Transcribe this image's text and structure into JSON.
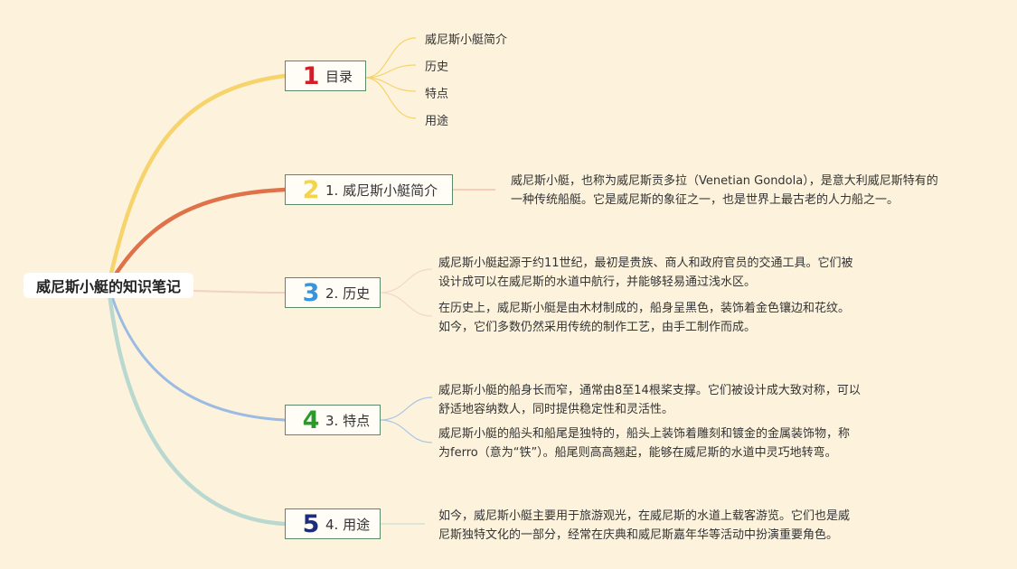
{
  "root": {
    "title": "威尼斯小艇的知识笔记"
  },
  "colors": {
    "background": "#fdf3dd",
    "branch_toc": "#f6d36b",
    "branch_intro": "#e0724a",
    "branch_history": "#f3cfc4",
    "branch_features": "#9bbbe2",
    "branch_uses": "#b9d8cf",
    "num_1": "#cf1f2a",
    "num_2": "#f3d44a",
    "num_3": "#3a94dc",
    "num_4": "#2b9a2b",
    "num_5": "#1e2d7a"
  },
  "toc": {
    "number": "1",
    "label": "目录",
    "items": [
      "威尼斯小艇简介",
      "历史",
      "特点",
      "用途"
    ]
  },
  "intro": {
    "number": "2",
    "label": "1. 威尼斯小艇简介",
    "lines": [
      "威尼斯小艇，也称为威尼斯贡多拉（Venetian Gondola），是意大利威尼斯特有的",
      "一种传统船艇。它是威尼斯的象征之一，也是世界上最古老的人力船之一。"
    ]
  },
  "history": {
    "number": "3",
    "label": "2. 历史",
    "p1": [
      "威尼斯小艇起源于约11世纪，最初是贵族、商人和政府官员的交通工具。它们被",
      "设计成可以在威尼斯的水道中航行，并能够轻易通过浅水区。"
    ],
    "p2": [
      "在历史上，威尼斯小艇是由木材制成的，船身呈黑色，装饰着金色镶边和花纹。",
      "如今，它们多数仍然采用传统的制作工艺，由手工制作而成。"
    ]
  },
  "features": {
    "number": "4",
    "label": "3. 特点",
    "p1": [
      "威尼斯小艇的船身长而窄，通常由8至14根桨支撑。它们被设计成大致对称，可以",
      "舒适地容纳数人，同时提供稳定性和灵活性。"
    ],
    "p2": [
      "威尼斯小艇的船头和船尾是独特的，船头上装饰着雕刻和镀金的金属装饰物，称",
      "为ferro（意为“铁”）。船尾则高高翘起，能够在威尼斯的水道中灵巧地转弯。"
    ]
  },
  "uses": {
    "number": "5",
    "label": "4. 用途",
    "lines": [
      "如今，威尼斯小艇主要用于旅游观光，在威尼斯的水道上载客游览。它们也是威",
      "尼斯独特文化的一部分，经常在庆典和威尼斯嘉年华等活动中扮演重要角色。"
    ]
  }
}
